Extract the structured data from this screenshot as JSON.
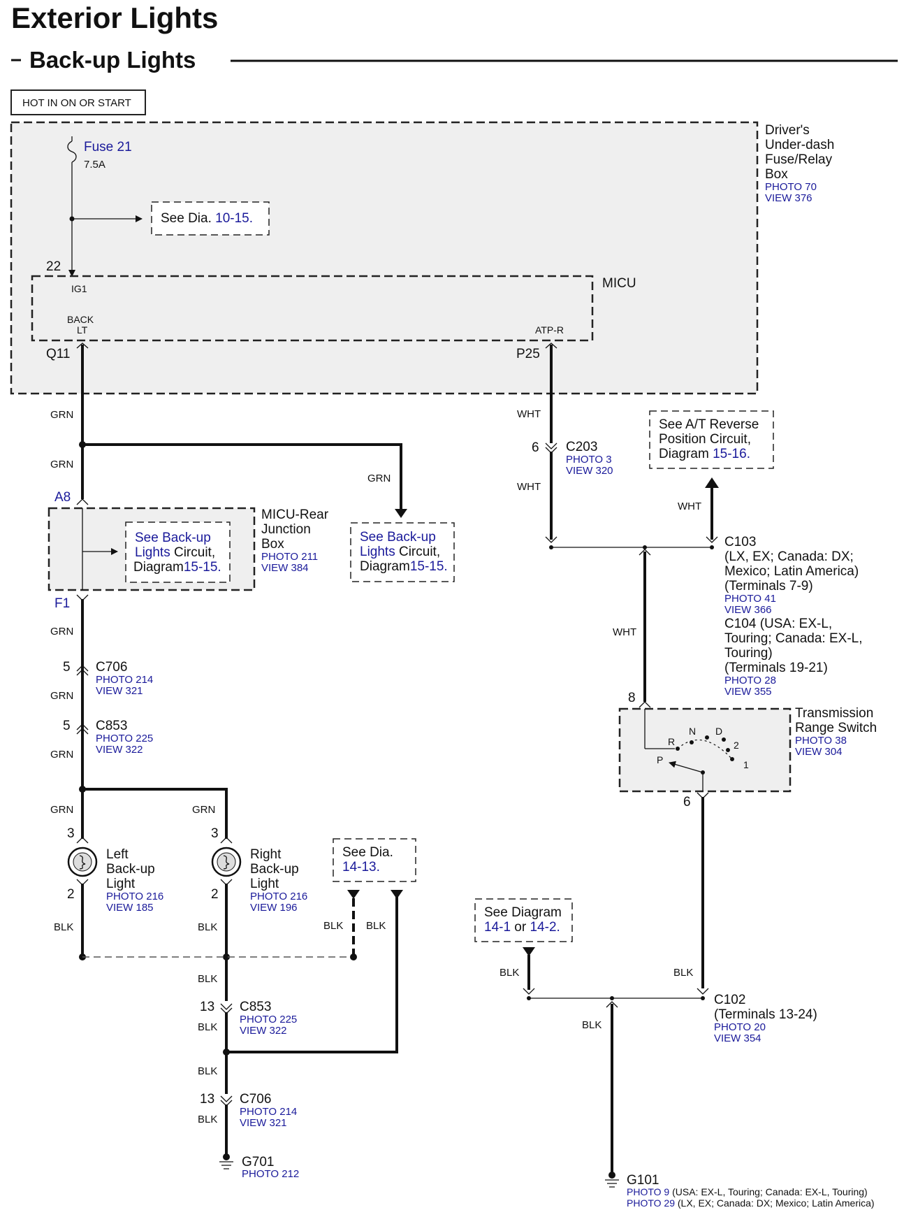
{
  "header": {
    "title": "Exterior Lights",
    "subtitle": "Back-up Lights"
  },
  "power_label": "HOT IN ON OR START",
  "fuse_box": {
    "name_lines": [
      "Driver's",
      "Under-dash",
      "Fuse/Relay",
      "Box"
    ],
    "photo": "PHOTO 70",
    "view": "VIEW 376",
    "fuse_name": "Fuse 21",
    "fuse_rating": "7.5A",
    "see_prefix": "See  Dia.",
    "see_ref": "10-15."
  },
  "micu": {
    "name": "MICU",
    "pin_22": "22",
    "ig1": "IG1",
    "back_lt_1": "BACK",
    "back_lt_2": "LT",
    "atp_r": "ATP-R",
    "q11": "Q11",
    "p25": "P25"
  },
  "junction_box": {
    "name_lines": [
      "MICU-Rear",
      "Junction",
      "Box"
    ],
    "photo": "PHOTO 211",
    "view": "VIEW 384",
    "a8": "A8",
    "f1": "F1",
    "ref_l1": "See Back-up",
    "ref_l2a": "Lights",
    "ref_l2b": " Circuit,",
    "ref_l3a": "Diagram",
    "ref_l3b": "15-15."
  },
  "ref_backup_2": {
    "l1": "See Back-up",
    "l2a": "Lights",
    "l2b": " Circuit,",
    "l3a": "Diagram",
    "l3b": "15-15."
  },
  "wires": {
    "grn": "GRN",
    "wht": "WHT",
    "blk": "BLK"
  },
  "connectors": {
    "c706_top": {
      "pin": "5",
      "name": "C706",
      "photo": "PHOTO 214",
      "view": "VIEW 321"
    },
    "c853_top": {
      "pin": "5",
      "name": "C853",
      "photo": "PHOTO 225",
      "view": "VIEW 322"
    },
    "c203": {
      "pin": "6",
      "name": "C203",
      "photo": "PHOTO 3",
      "view": "VIEW 320"
    },
    "c103": {
      "lines": [
        "C103",
        "(LX, EX; Canada: DX;",
        "Mexico; Latin America)",
        "(Terminals 7-9)"
      ],
      "photo": "PHOTO 41",
      "view": "VIEW 366"
    },
    "c104": {
      "lines": [
        "C104 (USA: EX-L,",
        "Touring; Canada: EX-L,",
        "Touring)",
        "(Terminals 19-21)"
      ],
      "photo": "PHOTO 28",
      "view": "VIEW 355"
    },
    "c853_bot": {
      "pin": "13",
      "name": "C853",
      "photo": "PHOTO 225",
      "view": "VIEW 322"
    },
    "c706_bot": {
      "pin": "13",
      "name": "C706",
      "photo": "PHOTO 214",
      "view": "VIEW 321"
    },
    "c102": {
      "lines": [
        "C102",
        "(Terminals 13-24)"
      ],
      "photo": "PHOTO 20",
      "view": "VIEW 354"
    }
  },
  "ref_at_reverse": {
    "l1": "See A/T Reverse",
    "l2": "Position Circuit,",
    "l3a": "Diagram",
    "l3b": "15-16."
  },
  "trans_switch": {
    "name_lines": [
      "Transmission",
      "Range Switch"
    ],
    "photo": "PHOTO 38",
    "view": "VIEW 304",
    "pin_8": "8",
    "pin_6": "6",
    "pos_r": "R",
    "pos_n": "N",
    "pos_d": "D",
    "pos_2": "2",
    "pos_1": "1",
    "pos_p": "P"
  },
  "lights": {
    "left": {
      "name_lines": [
        "Left",
        "Back-up",
        "Light"
      ],
      "photo": "PHOTO 216",
      "view": "VIEW 185",
      "pin_top": "3",
      "pin_bot": "2"
    },
    "right": {
      "name_lines": [
        "Right",
        "Back-up",
        "Light"
      ],
      "photo": "PHOTO 216",
      "view": "VIEW 196",
      "pin_top": "3",
      "pin_bot": "2"
    }
  },
  "ref_dia_14_13": {
    "l1": "See  Dia.",
    "l2": "14-13."
  },
  "ref_dia_14_1": {
    "l1": "See Diagram",
    "l2a": "14-1",
    "l2b": " or ",
    "l2c": "14-2."
  },
  "grounds": {
    "g701": {
      "name": "G701",
      "photo": "PHOTO 212"
    },
    "g101": {
      "name": "G101",
      "photo_a": "PHOTO 9",
      "note_a": " (USA: EX-L, Touring; Canada: EX-L, Touring)",
      "photo_b": "PHOTO 29",
      "note_b": " (LX, EX; Canada: DX; Mexico; Latin America)"
    }
  }
}
